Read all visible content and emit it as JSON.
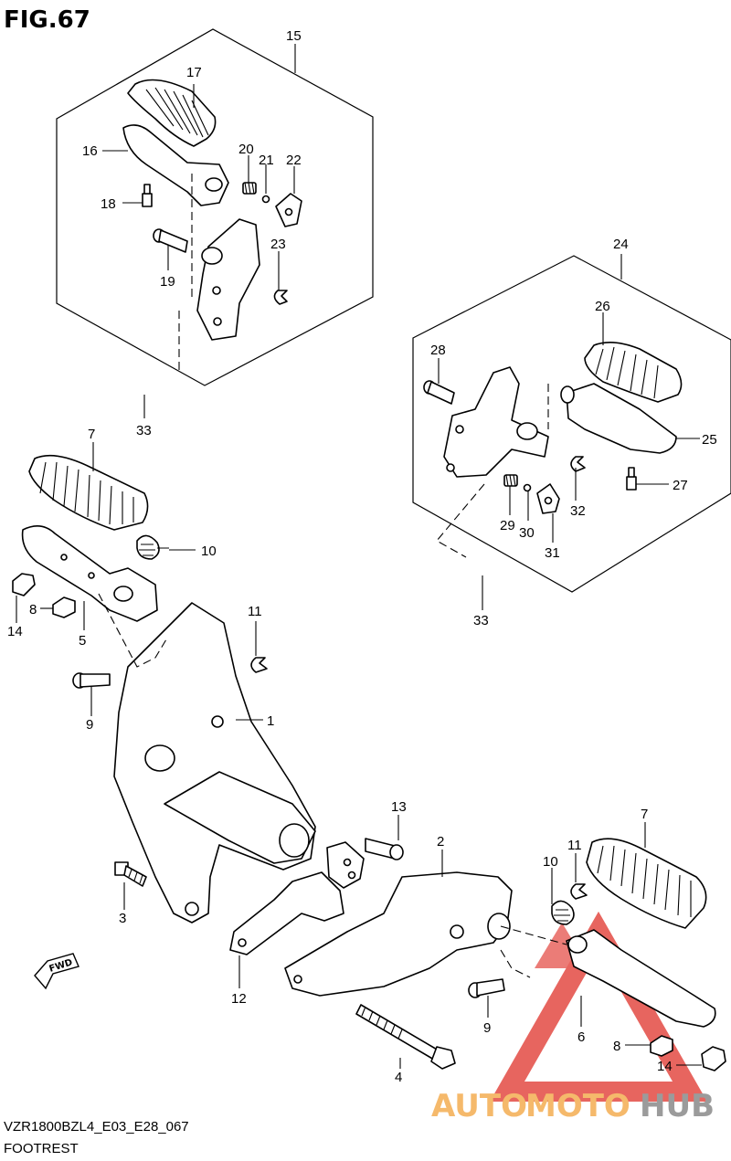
{
  "figure": {
    "title": "FIG.67",
    "model_code": "VZR1800BZL4_E03_E28_067",
    "caption": "FOOTREST",
    "fwd_label": "FWD",
    "watermark": {
      "auto": "AUTO",
      "moto": "MOTO",
      "hub": "HUB"
    }
  },
  "part_labels": {
    "p1": "1",
    "p2": "2",
    "p3": "3",
    "p4": "4",
    "p5": "5",
    "p6": "6",
    "p7a": "7",
    "p7b": "7",
    "p8a": "8",
    "p8b": "8",
    "p9a": "9",
    "p9b": "9",
    "p10a": "10",
    "p10b": "10",
    "p11a": "11",
    "p11b": "11",
    "p12": "12",
    "p13": "13",
    "p14a": "14",
    "p14b": "14",
    "p15": "15",
    "p16": "16",
    "p17": "17",
    "p18": "18",
    "p19": "19",
    "p20": "20",
    "p21": "21",
    "p22": "22",
    "p23": "23",
    "p24": "24",
    "p25": "25",
    "p26": "26",
    "p27": "27",
    "p28": "28",
    "p29": "29",
    "p30": "30",
    "p31": "31",
    "p32": "32",
    "p33a": "33",
    "p33b": "33"
  },
  "colors": {
    "line": "#000000",
    "watermark_red": "#e0322a",
    "watermark_orange": "#f2a23a",
    "watermark_gray": "#7a7a7a"
  }
}
